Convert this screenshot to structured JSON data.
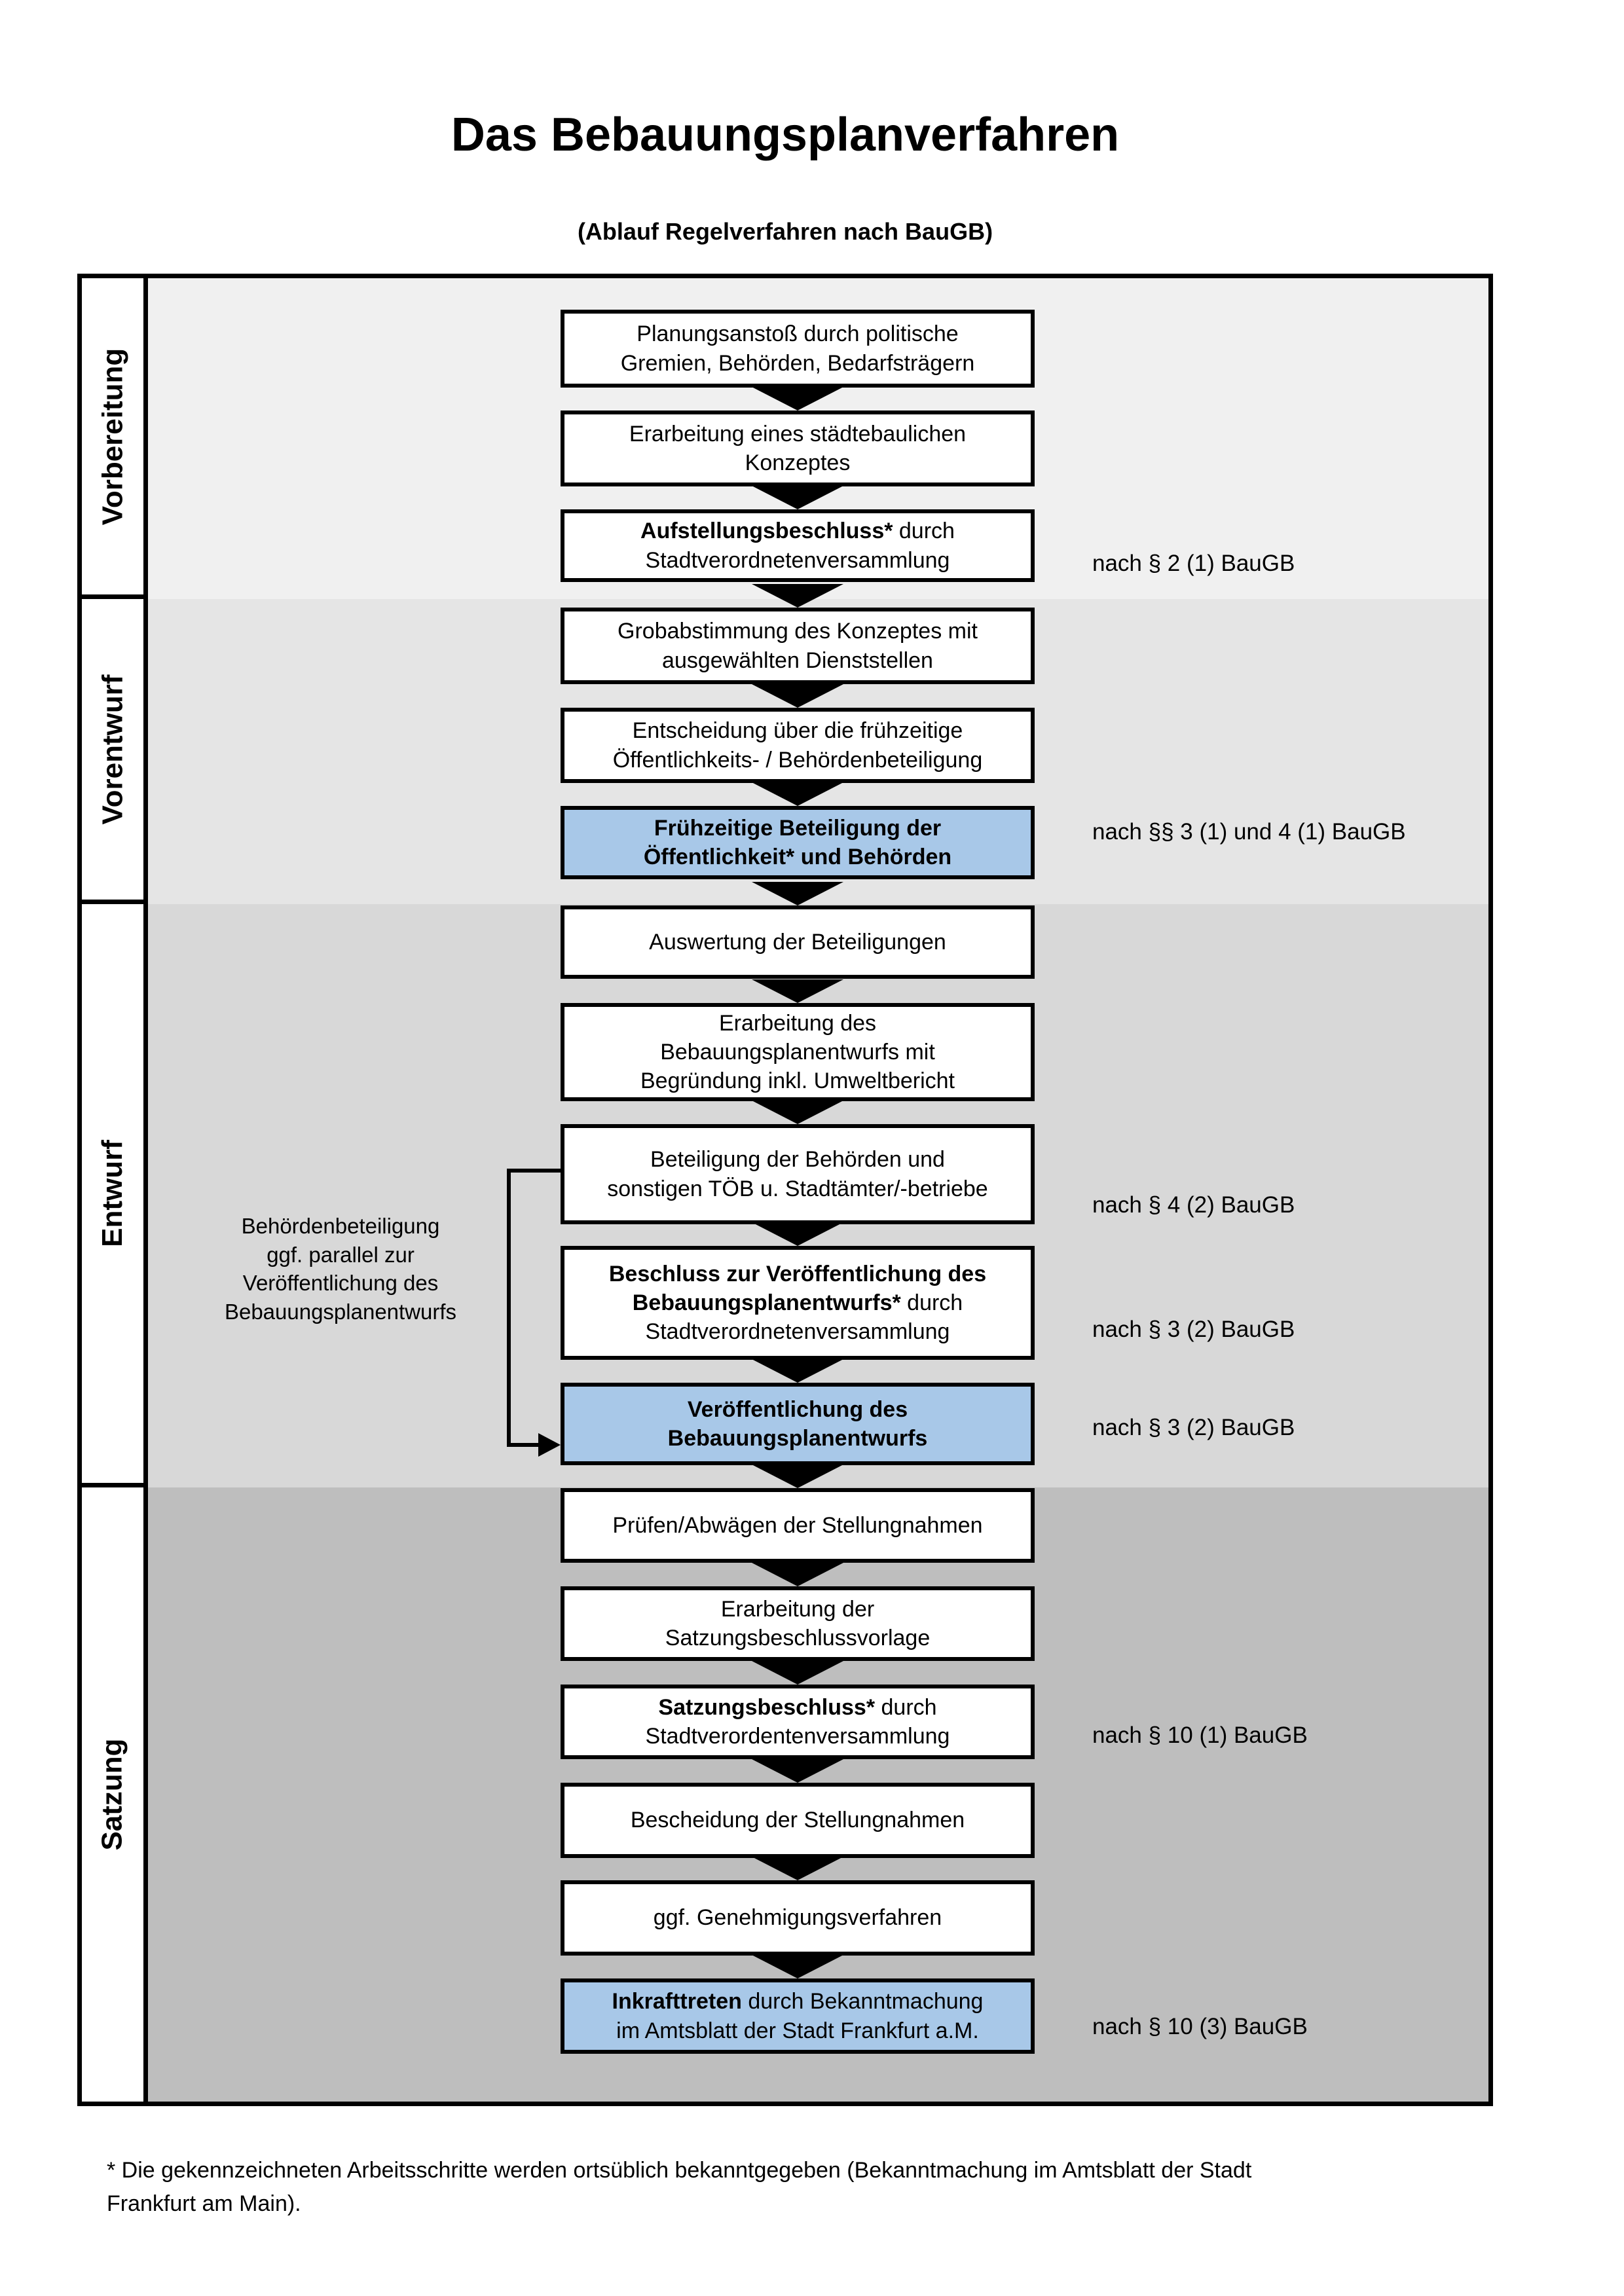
{
  "title": "Das Bebauungsplanverfahren",
  "subtitle": "(Ablauf Regelverfahren nach BauGB)",
  "phases": [
    {
      "label": "Vorbereitung"
    },
    {
      "label": "Vorentwurf"
    },
    {
      "label": "Entwurf"
    },
    {
      "label": "Satzung"
    }
  ],
  "flow": {
    "boxes": [
      {
        "highlight": false,
        "lines": [
          {
            "bold": "",
            "text": "Planungsanstoß durch politische"
          },
          {
            "bold": "",
            "text": "Gremien, Behörden, Bedarfsträgern"
          }
        ]
      },
      {
        "highlight": false,
        "lines": [
          {
            "bold": "",
            "text": "Erarbeitung eines städtebaulichen"
          },
          {
            "bold": "",
            "text": "Konzeptes"
          }
        ]
      },
      {
        "highlight": false,
        "lines": [
          {
            "bold": "Aufstellungsbeschluss*",
            "text": " durch"
          },
          {
            "bold": "",
            "text": "Stadtverordnetenversammlung"
          }
        ]
      },
      {
        "highlight": false,
        "lines": [
          {
            "bold": "",
            "text": "Grobabstimmung des Konzeptes mit"
          },
          {
            "bold": "",
            "text": "ausgewählten Dienststellen"
          }
        ]
      },
      {
        "highlight": false,
        "lines": [
          {
            "bold": "",
            "text": "Entscheidung über die frühzeitige"
          },
          {
            "bold": "",
            "text": "Öffentlichkeits- / Behördenbeteiligung"
          }
        ]
      },
      {
        "highlight": true,
        "lines": [
          {
            "bold": "Frühzeitige Beteiligung der",
            "text": ""
          },
          {
            "bold": "Öffentlichkeit* und Behörden",
            "text": ""
          }
        ]
      },
      {
        "highlight": false,
        "lines": [
          {
            "bold": "",
            "text": "Auswertung der Beteiligungen"
          }
        ]
      },
      {
        "highlight": false,
        "lines": [
          {
            "bold": "",
            "text": "Erarbeitung des"
          },
          {
            "bold": "",
            "text": "Bebauungsplanentwurfs mit"
          },
          {
            "bold": "",
            "text": "Begründung inkl. Umweltbericht"
          }
        ]
      },
      {
        "highlight": false,
        "lines": [
          {
            "bold": "",
            "text": "Beteiligung der Behörden und"
          },
          {
            "bold": "",
            "text": "sonstigen TÖB u. Stadtämter/-betriebe"
          }
        ]
      },
      {
        "highlight": false,
        "lines": [
          {
            "bold": "Beschluss zur Veröffentlichung des",
            "text": ""
          },
          {
            "bold": "Bebauungsplanentwurfs*",
            "text": " durch"
          },
          {
            "bold": "",
            "text": "Stadtverordnetenversammlung"
          }
        ]
      },
      {
        "highlight": true,
        "lines": [
          {
            "bold": "Veröffentlichung des",
            "text": ""
          },
          {
            "bold": "Bebauungsplanentwurfs",
            "text": ""
          }
        ]
      },
      {
        "highlight": false,
        "lines": [
          {
            "bold": "",
            "text": "Prüfen/Abwägen der Stellungnahmen"
          }
        ]
      },
      {
        "highlight": false,
        "lines": [
          {
            "bold": "",
            "text": "Erarbeitung der"
          },
          {
            "bold": "",
            "text": "Satzungsbeschlussvorlage"
          }
        ]
      },
      {
        "highlight": false,
        "lines": [
          {
            "bold": "Satzungsbeschluss*",
            "text": " durch"
          },
          {
            "bold": "",
            "text": "Stadtverordentenversammlung"
          }
        ]
      },
      {
        "highlight": false,
        "lines": [
          {
            "bold": "",
            "text": "Bescheidung der Stellungnahmen"
          }
        ]
      },
      {
        "highlight": false,
        "lines": [
          {
            "bold": "",
            "text": "ggf. Genehmigungsverfahren"
          }
        ]
      },
      {
        "highlight": true,
        "lines": [
          {
            "bold": "Inkrafttreten",
            "text": " durch Bekanntmachung"
          },
          {
            "bold": "",
            "text": "im Amtsblatt der Stadt Frankfurt a.M."
          }
        ]
      }
    ]
  },
  "annotation": {
    "lines": [
      "Behördenbeteiligung",
      "ggf. parallel zur",
      "Veröffentlichung des",
      "Bebauungsplanentwurfs"
    ]
  },
  "references": [
    "nach § 2 (1) BauGB",
    "nach §§ 3 (1) und 4 (1) BauGB",
    "nach § 4 (2) BauGB",
    "nach § 3 (2) BauGB",
    "nach § 3 (2) BauGB",
    "nach § 10 (1) BauGB",
    "nach § 10 (3) BauGB"
  ],
  "footnote": {
    "line1": "* Die gekennzeichneten Arbeitsschritte werden ortsüblich bekanntgegeben (Bekanntmachung im Amtsblatt  der Stadt",
    "line2": "Frankfurt am Main)."
  },
  "colors": {
    "highlight_blue": "#a8c8e8",
    "section_vorbereitung": "#f0f0f0",
    "section_vorentwurf": "#e5e5e5",
    "section_entwurf": "#d8d8d8",
    "section_satzung": "#bebebe",
    "border_black": "#000000"
  }
}
